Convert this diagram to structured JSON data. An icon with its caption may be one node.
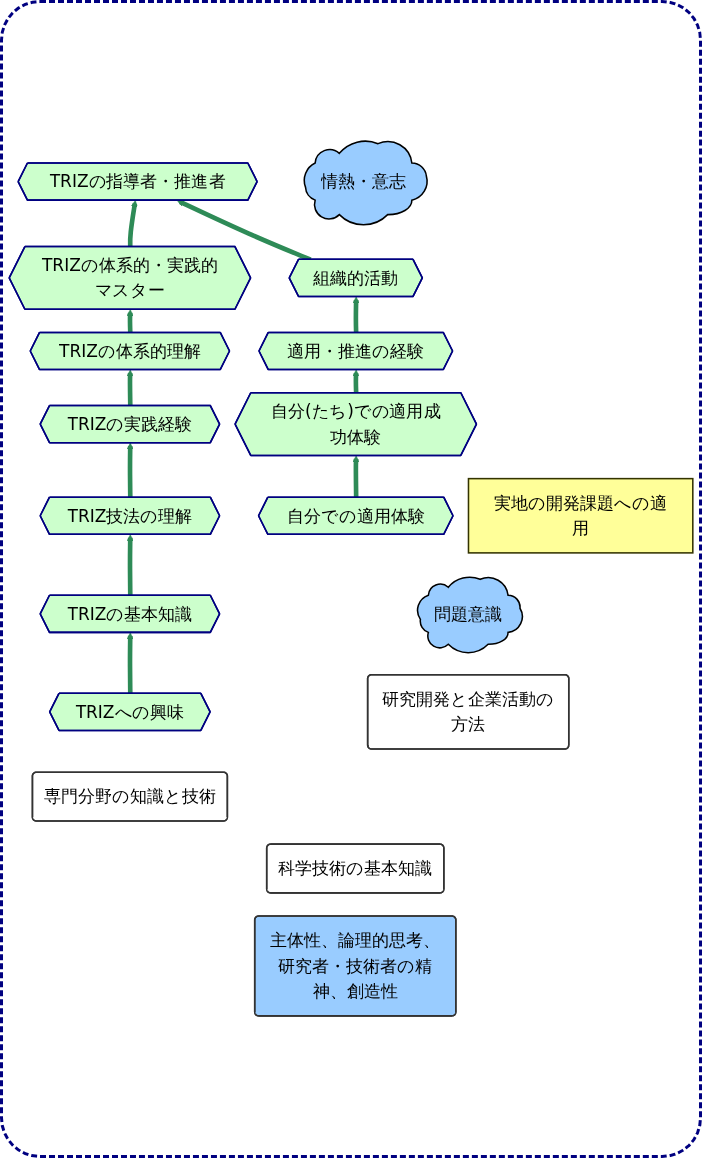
{
  "diagram": {
    "nodes": [
      {
        "text": [
          "TRIZの指導者・推進者"
        ]
      },
      {
        "text": [
          "情熱・意志"
        ]
      },
      {
        "text": [
          "TRIZの体系的・実践的マスター"
        ]
      },
      {
        "text": [
          "実地の開発課題への適用"
        ]
      },
      {
        "text": [
          "組織的活動"
        ]
      },
      {
        "text": [
          "TRIZの体系的理解"
        ]
      },
      {
        "text": [
          "適用・推進の経験"
        ]
      },
      {
        "text": [
          "TRIZの実践経験"
        ]
      },
      {
        "text": [
          "自分(たち)での適用成功体験"
        ]
      },
      {
        "text": [
          "TRIZ技法の理解"
        ]
      },
      {
        "text": [
          "自分での適用体験"
        ]
      },
      {
        "text": [
          "TRIZの基本知識"
        ]
      },
      {
        "text": [
          "TRIZへの興味"
        ]
      },
      {
        "text": [
          "問題意識"
        ]
      },
      {
        "text": [
          "専門分野の知識と技術"
        ]
      },
      {
        "text": [
          "研究開発と企業活動の方法"
        ]
      },
      {
        "text": [
          "科学技術の基本知識"
        ]
      },
      {
        "text": [
          "主体性、論理的思考、研究者・技術者の精神、創造性"
        ]
      }
    ],
    "edges": [
      {
        "from": 12,
        "to": 11,
        "arrow": "to"
      },
      {
        "from": 11,
        "to": 9,
        "arrow": "to"
      },
      {
        "from": 9,
        "to": 7,
        "arrow": "to"
      },
      {
        "from": 7,
        "to": 5,
        "arrow": "to"
      },
      {
        "from": 5,
        "to": 2,
        "arrow": "to"
      },
      {
        "from": 2,
        "to": 0,
        "arrow": "to"
      },
      {
        "from": 10,
        "to": 8,
        "arrow": "to"
      },
      {
        "from": 8,
        "to": 6,
        "arrow": "to"
      },
      {
        "from": 6,
        "to": 4,
        "arrow": "to"
      },
      {
        "from": 4,
        "to": 0,
        "arrow": "to"
      }
    ]
  }
}
